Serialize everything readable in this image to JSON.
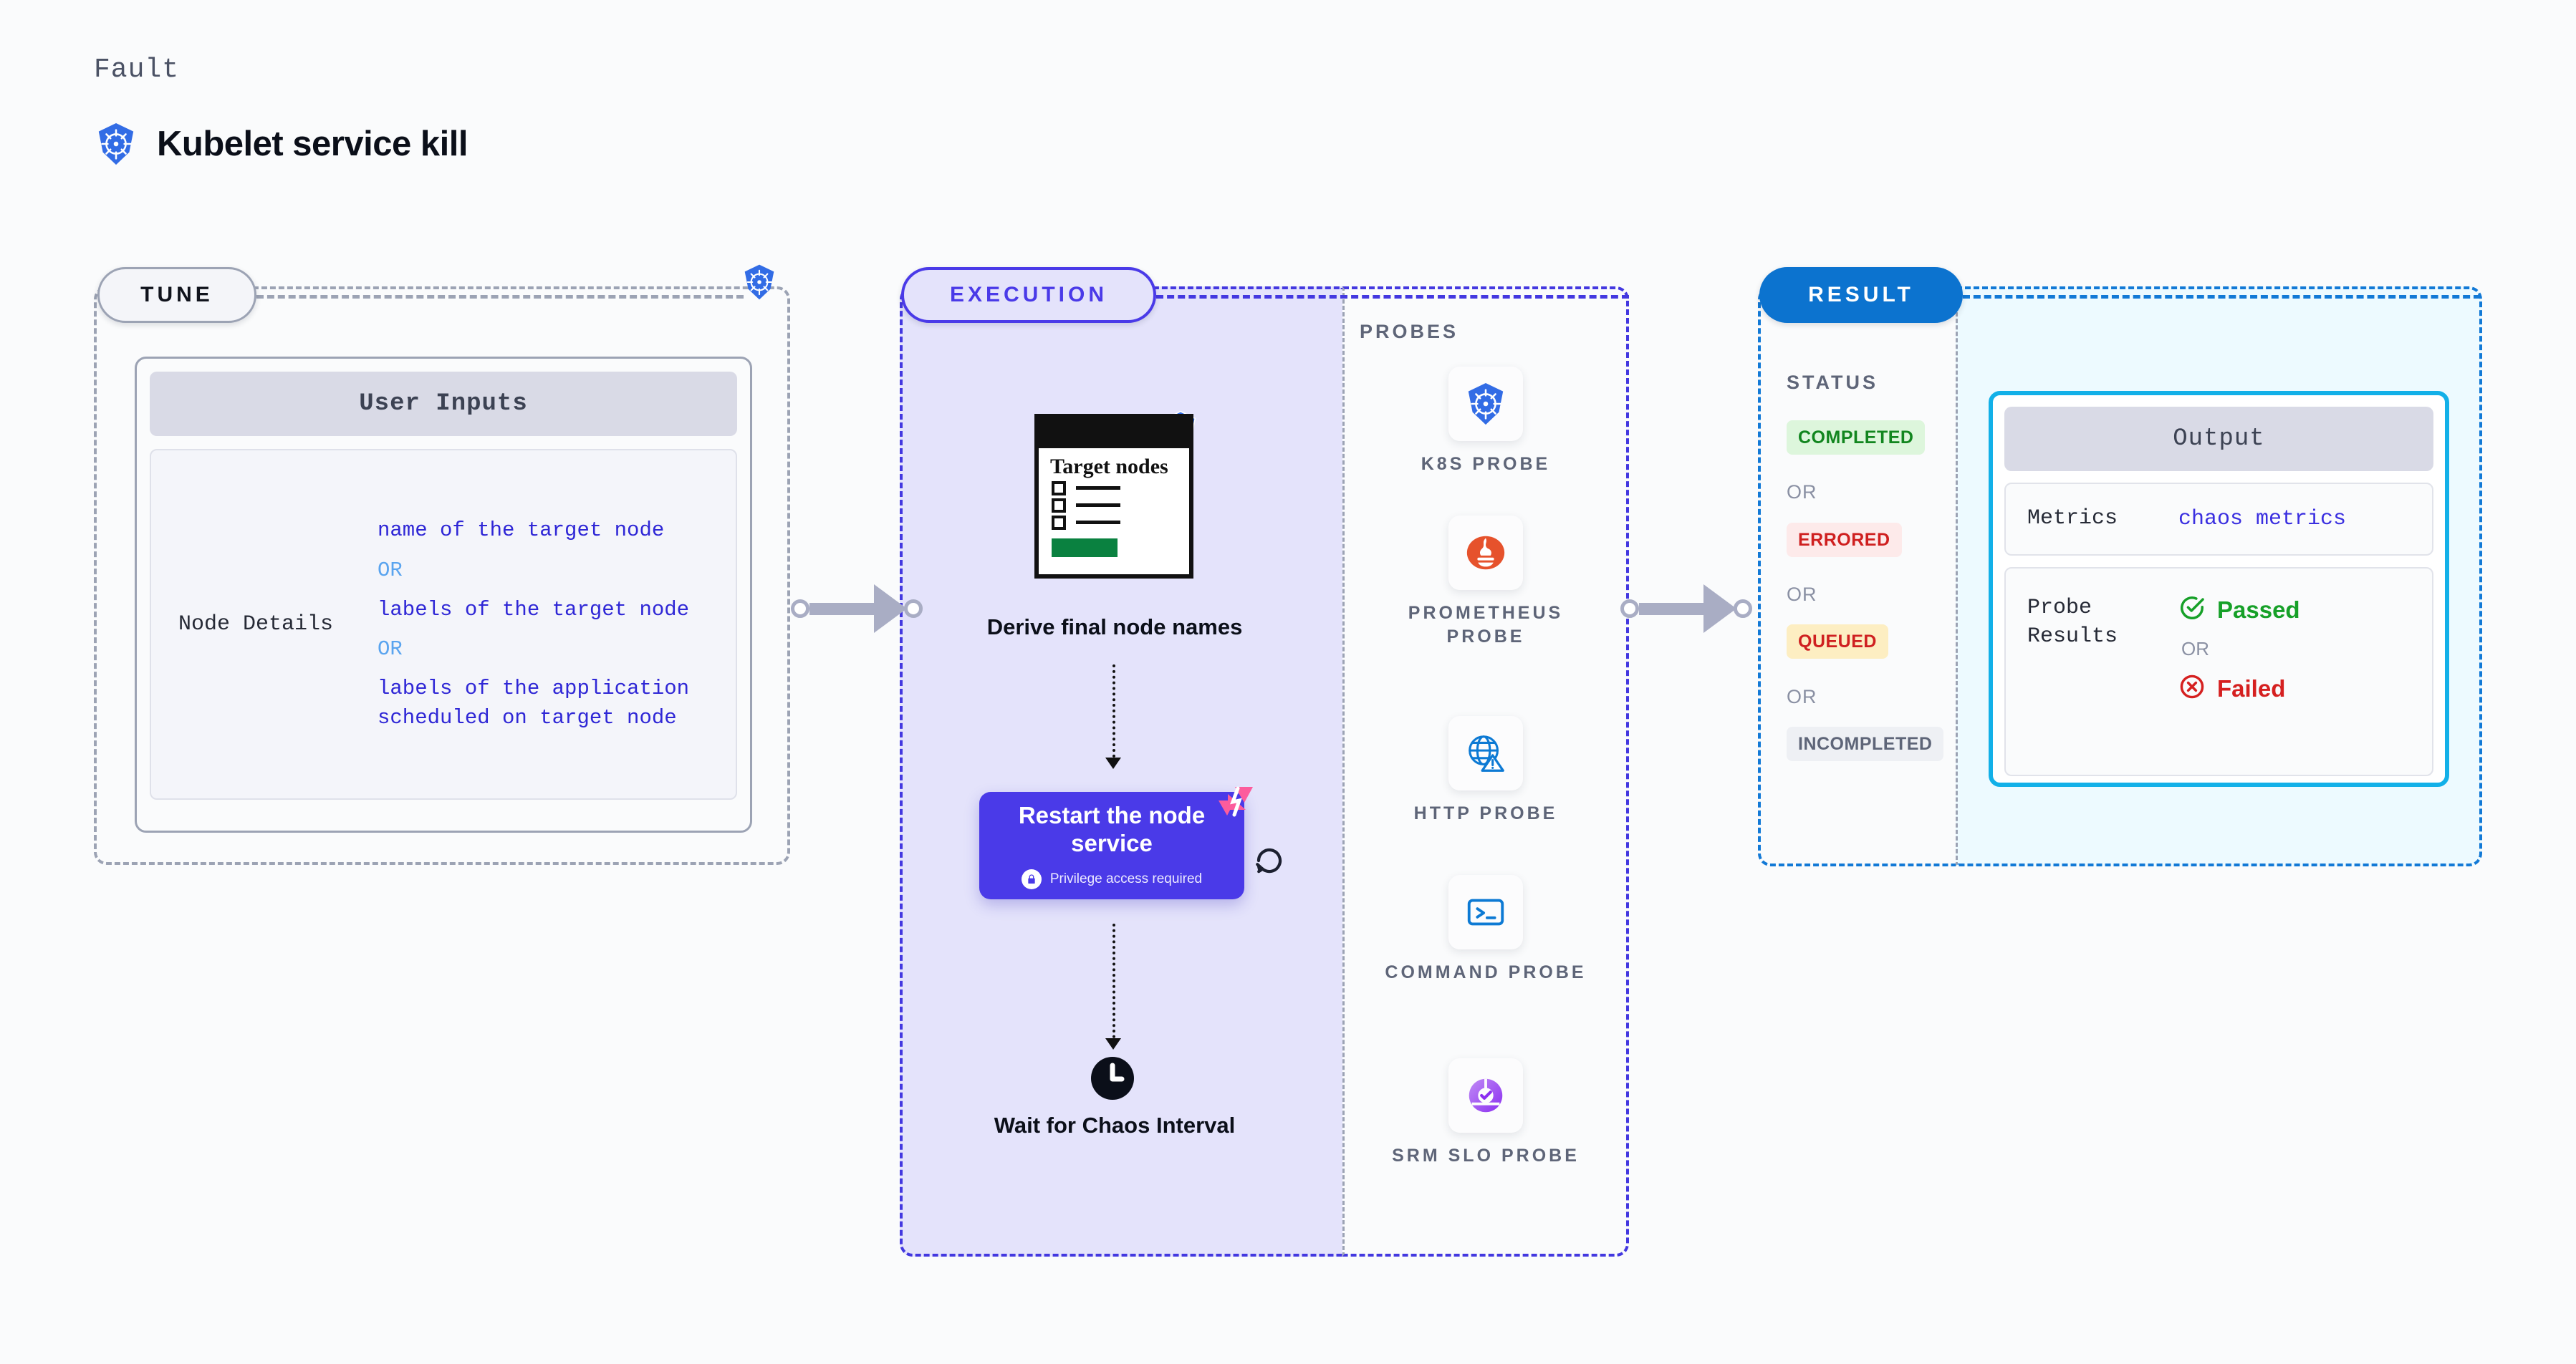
{
  "header": {
    "eyebrow": "Fault",
    "title": "Kubelet service kill",
    "icon": "kubernetes-icon"
  },
  "stages": {
    "tune": {
      "pill_label": "TUNE",
      "badge_icon": "kubernetes-icon"
    },
    "execution": {
      "pill_label": "EXECUTION",
      "badge_icon": "kubernetes-icon"
    },
    "result": {
      "pill_label": "RESULT"
    }
  },
  "tune": {
    "card_title": "User Inputs",
    "rows": [
      {
        "key": "Node Details",
        "values": [
          "name of the target node",
          "labels of the target node",
          "labels of the application scheduled on target node"
        ],
        "separator": "OR"
      }
    ]
  },
  "execution": {
    "target_nodes_card": {
      "title": "Target nodes",
      "checkbox_rows": 3,
      "progress_color": "#0a8140"
    },
    "steps": [
      {
        "label": "Derive final node names",
        "icon": "target-nodes-list-icon"
      },
      {
        "label": "Restart the node service",
        "privilege_note": "Privilege access required",
        "privilege_icon": "lock-icon",
        "badge_icon": "chaos-fault-icon",
        "retry_icon": "refresh-icon",
        "color": "#4a3ae8"
      },
      {
        "label": "Wait for Chaos Interval",
        "icon": "clock-icon"
      }
    ]
  },
  "probes": {
    "title": "PROBES",
    "items": [
      {
        "label": "K8S PROBE",
        "icon": "kubernetes-icon"
      },
      {
        "label": "PROMETHEUS PROBE",
        "icon": "prometheus-icon"
      },
      {
        "label": "HTTP PROBE",
        "icon": "globe-warning-icon"
      },
      {
        "label": "COMMAND PROBE",
        "icon": "terminal-icon"
      },
      {
        "label": "SRM SLO PROBE",
        "icon": "srm-slo-icon"
      }
    ]
  },
  "result": {
    "status_title": "STATUS",
    "or_label": "OR",
    "statuses": [
      {
        "label": "COMPLETED",
        "bg": "#ddf6dc",
        "fg": "#12861f"
      },
      {
        "label": "ERRORED",
        "bg": "#fdeaea",
        "fg": "#cf2020"
      },
      {
        "label": "QUEUED",
        "bg": "#fdeec2",
        "fg": "#cf2020"
      },
      {
        "label": "INCOMPLETED",
        "bg": "#eef0f4",
        "fg": "#5e6578"
      }
    ]
  },
  "output": {
    "card_title": "Output",
    "metrics": {
      "key": "Metrics",
      "value": "chaos metrics"
    },
    "probe_results": {
      "key": "Probe Results",
      "passed_label": "Passed",
      "failed_label": "Failed",
      "or_label": "OR",
      "passed_icon": "check-circle-icon",
      "failed_icon": "x-circle-icon"
    }
  },
  "colors": {
    "accent_execution": "#4a3ae8",
    "accent_result": "#0c73cf",
    "accent_output": "#12b0e8",
    "kubernetes_blue": "#326ce5",
    "chaos_pink": "#fc5c9c"
  }
}
